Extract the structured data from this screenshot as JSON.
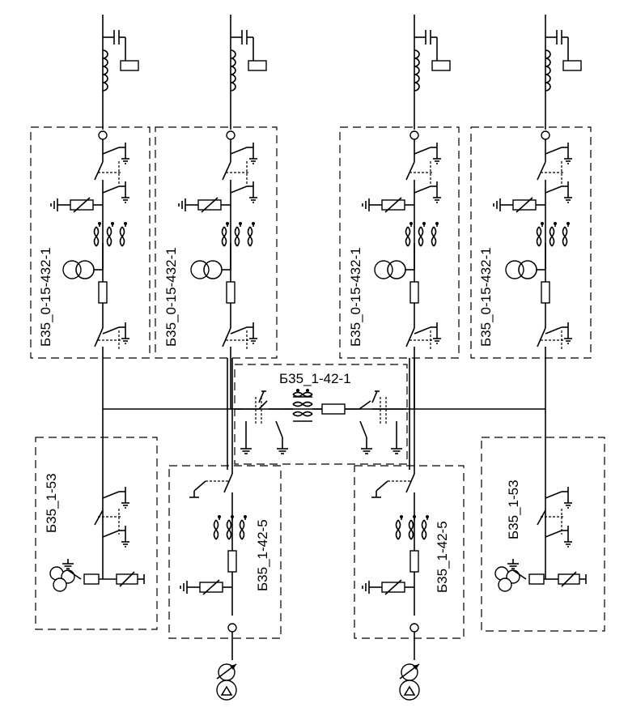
{
  "blocks": {
    "transformer_bay_1": "Б35_0-15-432-1",
    "transformer_bay_2": "Б35_0-15-432-1",
    "transformer_bay_3": "Б35_0-15-432-1",
    "transformer_bay_4": "Б35_0-15-432-1",
    "bus_coupler": "Б35_1-42-1",
    "voltage_bay_left": "Б35_1-53",
    "voltage_bay_right": "Б35_1-53",
    "line_bay_left": "Б35_1-42-5",
    "line_bay_right": "Б35_1-42-5"
  }
}
